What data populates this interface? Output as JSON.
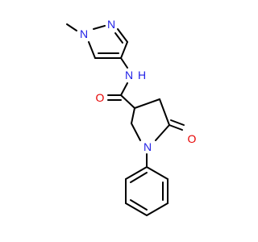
{
  "molecule": {
    "atoms": {
      "methyl_label": "methyl",
      "n1_pyrazole": "N",
      "n2_pyrazole": "N",
      "amide_n": "N",
      "amide_h": "H",
      "amide_o": "O",
      "lactam_n": "N",
      "lactam_o": "O"
    },
    "colors": {
      "carbon": "#000000",
      "nitrogen": "#1f1fe6",
      "oxygen": "#e60000"
    }
  }
}
